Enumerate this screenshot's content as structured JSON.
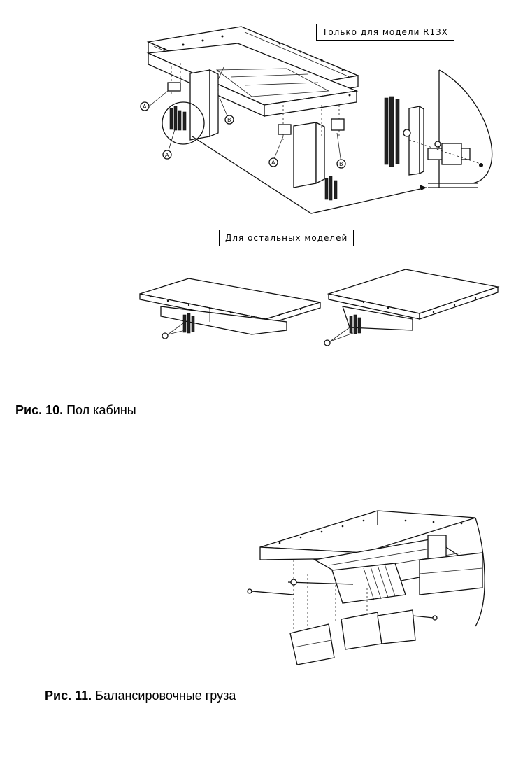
{
  "figure10": {
    "label_r13x": "Только для модели R13X",
    "label_others": "Для остальных моделей",
    "caption_number": "Рис. 10.",
    "caption_text": " Пол кабины",
    "callout_a": "A",
    "callout_b": "B"
  },
  "figure11": {
    "caption_number": "Рис. 11.",
    "caption_text": " Балансировочные груза"
  }
}
